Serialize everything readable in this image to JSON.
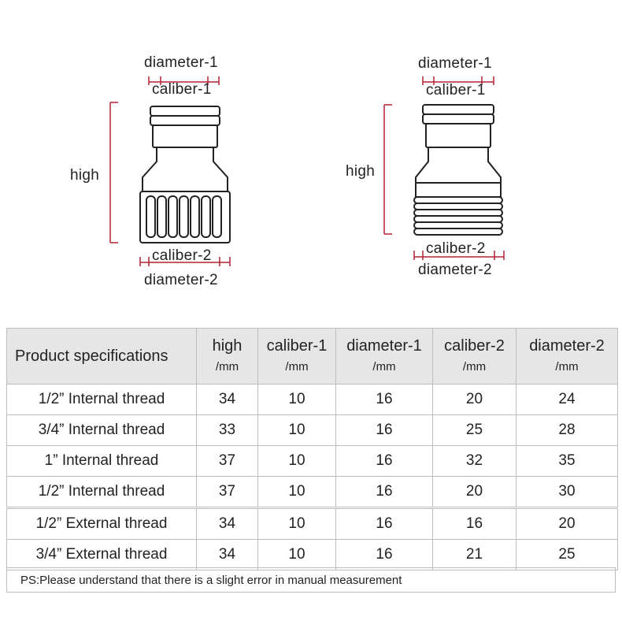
{
  "diagram": {
    "left_fitting": {
      "diameter_1": "diameter-1",
      "caliber_1": "caliber-1",
      "high": "high",
      "caliber_2": "caliber-2",
      "diameter_2": "diameter-2",
      "type": "internal thread"
    },
    "right_fitting": {
      "diameter_1": "diameter-1",
      "caliber_1": "caliber-1",
      "high": "high",
      "caliber_2": "caliber-2",
      "diameter_2": "diameter-2",
      "type": "external thread"
    },
    "colors": {
      "dimension_line": "#b22234",
      "outline": "#222222"
    }
  },
  "table": {
    "header": {
      "product": "Product specifications",
      "columns": [
        {
          "name": "high",
          "unit": "/mm"
        },
        {
          "name": "caliber-1",
          "unit": "/mm"
        },
        {
          "name": "diameter-1",
          "unit": "/mm"
        },
        {
          "name": "caliber-2",
          "unit": "/mm"
        },
        {
          "name": "diameter-2",
          "unit": "/mm"
        }
      ]
    },
    "rows": [
      {
        "product": "1/2” Internal thread",
        "values": [
          "34",
          "10",
          "16",
          "20",
          "24"
        ]
      },
      {
        "product": "3/4” Internal thread",
        "values": [
          "33",
          "10",
          "16",
          "25",
          "28"
        ]
      },
      {
        "product": "1” Internal thread",
        "values": [
          "37",
          "10",
          "16",
          "32",
          "35"
        ]
      },
      {
        "product": "1/2” Internal thread",
        "values": [
          "37",
          "10",
          "16",
          "20",
          "30"
        ]
      },
      {
        "product": "1/2” External thread",
        "values": [
          "34",
          "10",
          "16",
          "16",
          "20"
        ]
      },
      {
        "product": "3/4” External thread",
        "values": [
          "34",
          "10",
          "16",
          "21",
          "25"
        ]
      }
    ]
  },
  "note": "PS:Please understand that there is a slight error in manual measurement"
}
